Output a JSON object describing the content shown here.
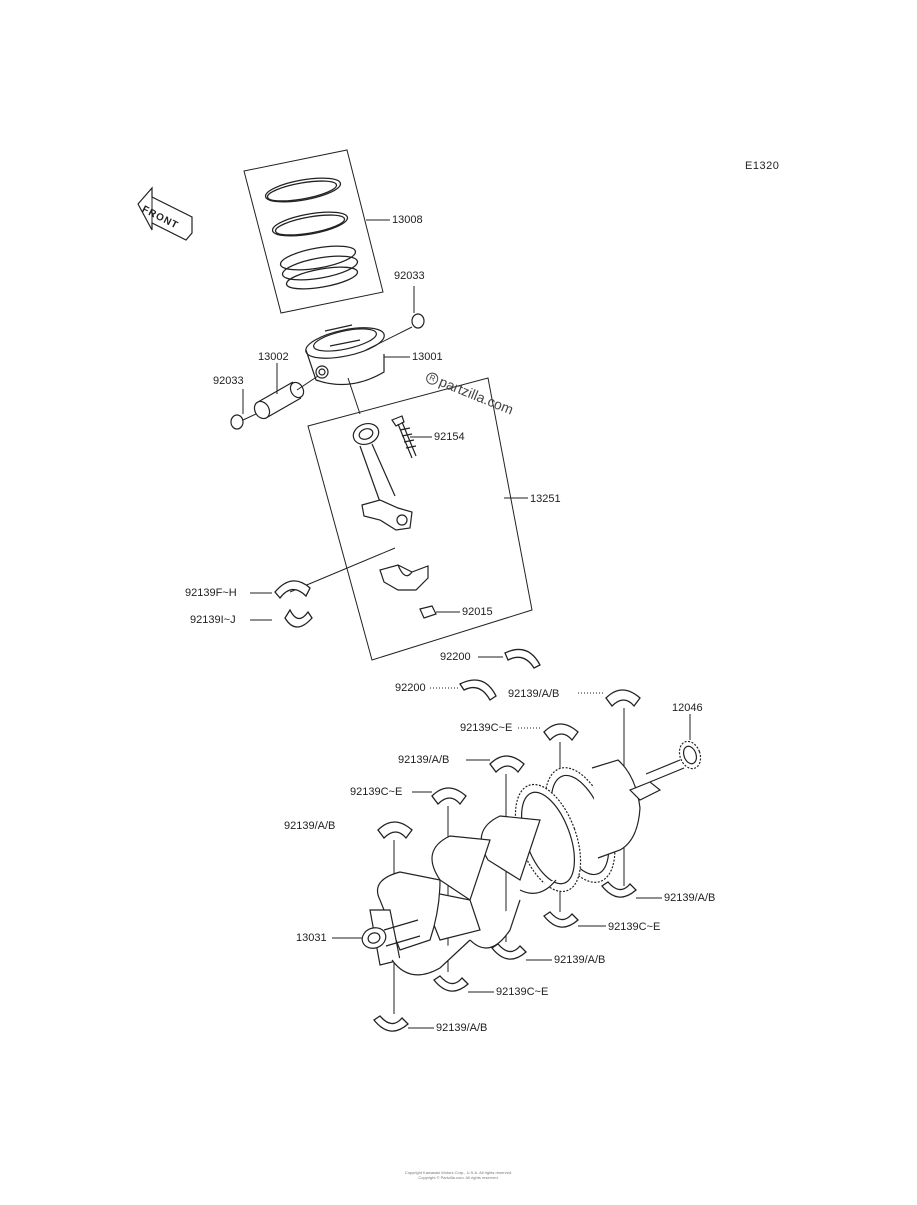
{
  "diagram_code": "E1320",
  "front_label": "FRONT",
  "watermark": "partzilla.com",
  "labels": {
    "p13008": "13008",
    "p92033_a": "92033",
    "p13002": "13002",
    "p92033_b": "92033",
    "p13001": "13001",
    "p92154": "92154",
    "p13251": "13251",
    "p92139FH": "92139F~H",
    "p92139IJ": "92139I~J",
    "p92015": "92015",
    "p92200_a": "92200",
    "p92200_b": "92200",
    "p92139AB_1": "92139/A/B",
    "p12046": "12046",
    "p92139CE_1": "92139C~E",
    "p92139AB_2": "92139/A/B",
    "p92139CE_2": "92139C~E",
    "p92139AB_3": "92139/A/B",
    "p92139AB_4": "92139/A/B",
    "p92139CE_3": "92139C~E",
    "p13031": "13031",
    "p92139AB_5": "92139/A/B",
    "p92139CE_4": "92139C~E",
    "p92139AB_6": "92139/A/B"
  },
  "footer": {
    "line1": "Copyright Kawasaki Motors Corp., U.S.A. All rights reserved.",
    "line2": "Copyright © Partzilla.com. All rights reserved."
  },
  "colors": {
    "ink": "#222222",
    "background": "#ffffff"
  }
}
